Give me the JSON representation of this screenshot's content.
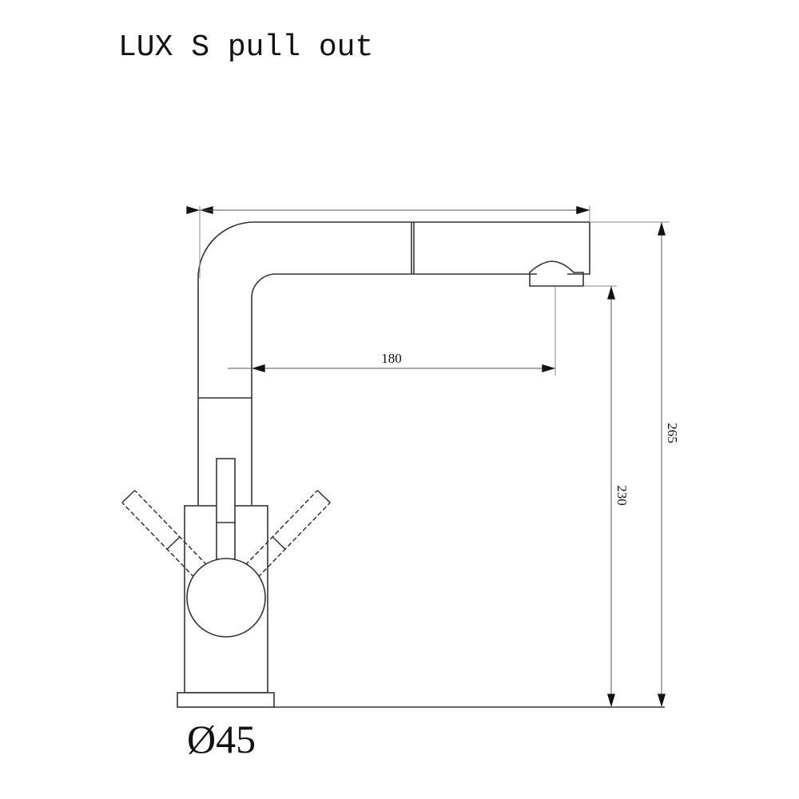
{
  "title": "LUX S pull out",
  "base_diameter_label": "Ø45",
  "dimensions": {
    "reach": "180",
    "spout_height": "230",
    "total_height": "265"
  },
  "colors": {
    "line": "#333333",
    "dim_line": "#888888",
    "background": "#ffffff"
  }
}
